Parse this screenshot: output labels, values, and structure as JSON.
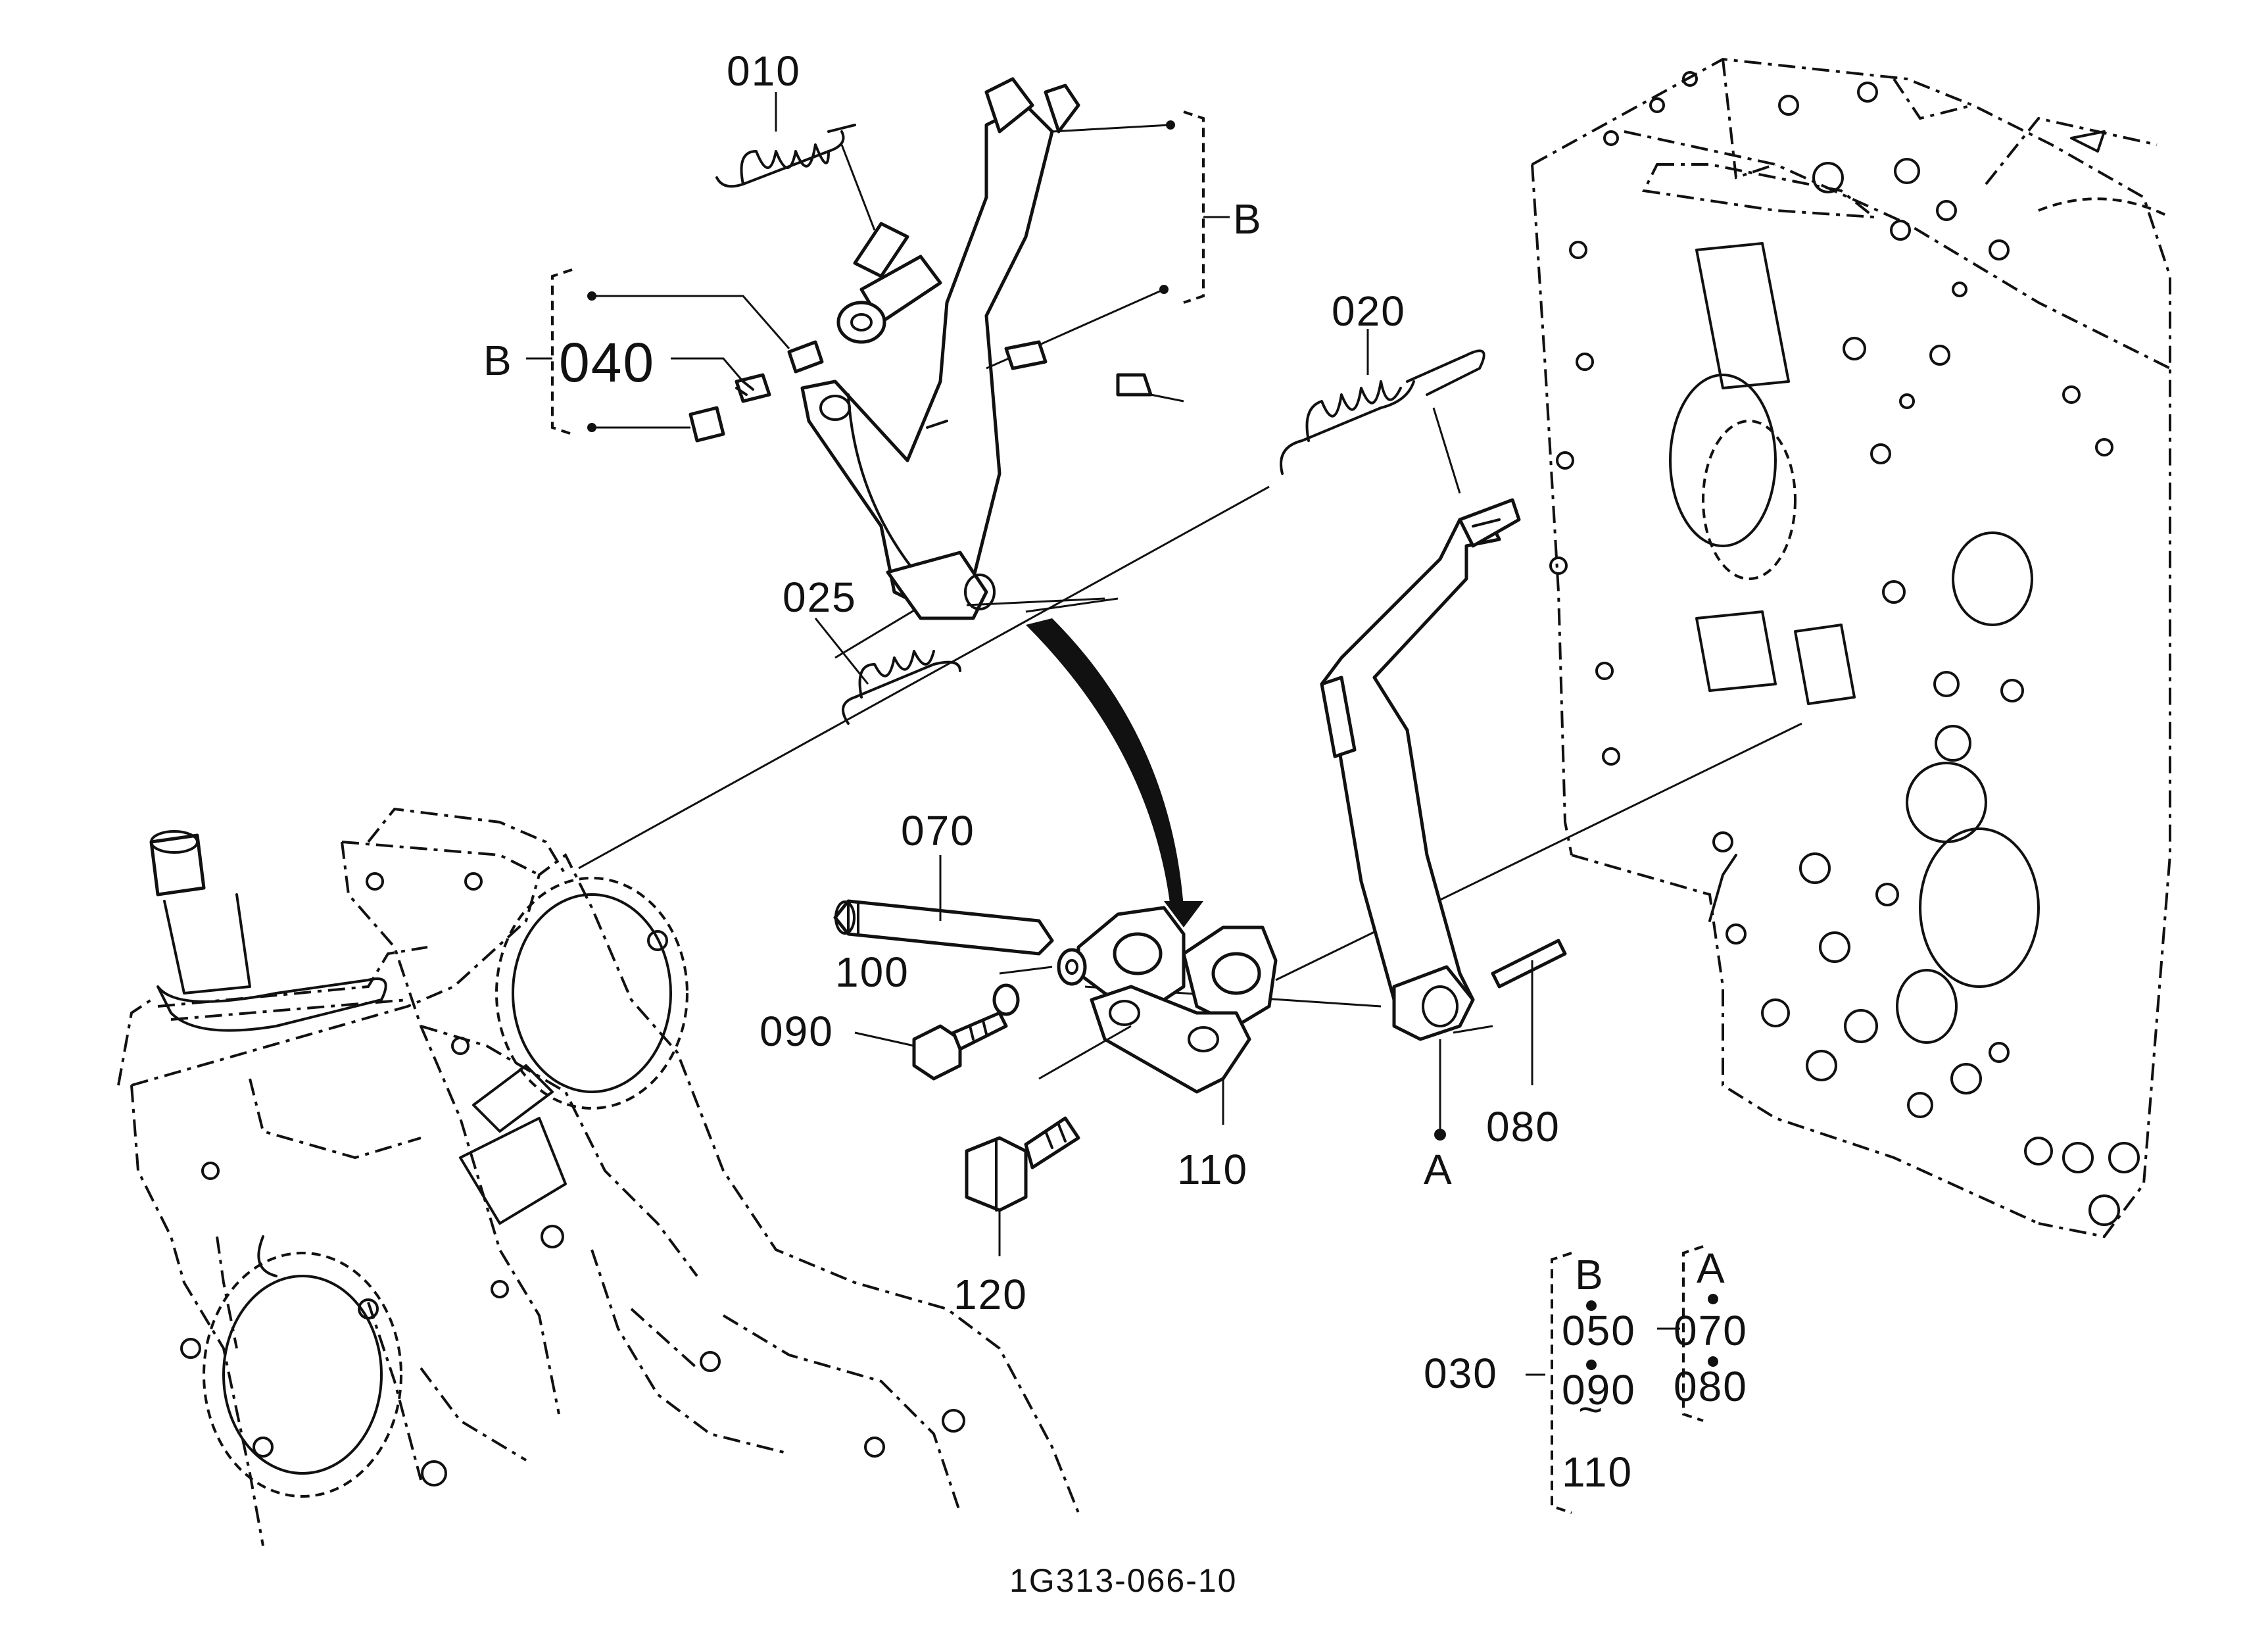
{
  "diagram": {
    "drawing_id": "1G313-066-10",
    "callouts": {
      "p010": "010",
      "p020": "020",
      "p025": "025",
      "p040": "040",
      "p070": "070",
      "p080": "080",
      "p090": "090",
      "p100": "100",
      "p110": "110",
      "p120": "120"
    },
    "refs": {
      "b_left": "B",
      "b_right": "B",
      "a_bottom": "A"
    },
    "kit": {
      "main": "030",
      "group_b": {
        "letter": "B",
        "items": [
          "050",
          "090",
          "110"
        ]
      },
      "group_a": {
        "letter": "A",
        "items": [
          "070",
          "080"
        ]
      }
    }
  }
}
